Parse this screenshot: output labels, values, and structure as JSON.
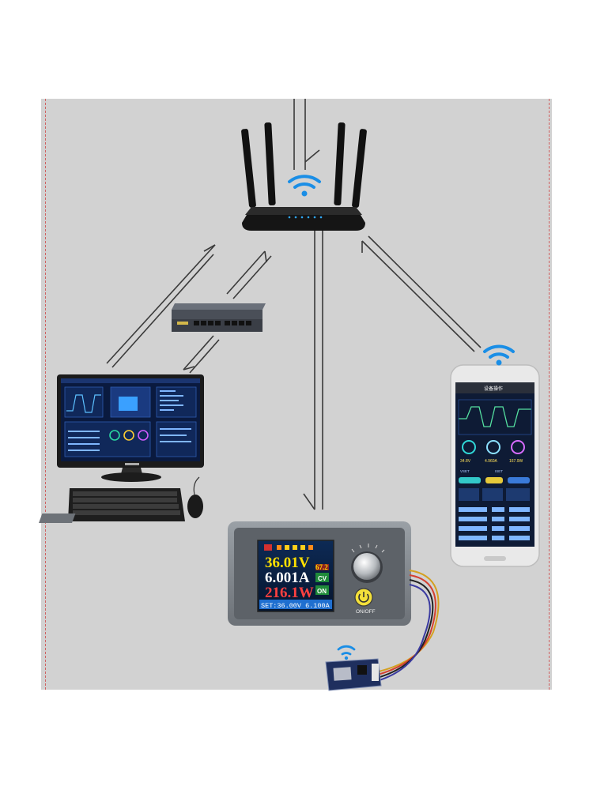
{
  "psu_display": {
    "voltage": "36.01V",
    "current": "6.001A",
    "power": "216.1W",
    "temperature": "67.2",
    "mode_label": "CV",
    "output_state": "ON",
    "set_line": "SET:36.00V 6.100A",
    "power_button_label": "ON/OFF"
  },
  "phone_app": {
    "title": "设备操作",
    "gauge_values": [
      "34.8V",
      "4.960A",
      "167.9W"
    ],
    "field_labels": [
      "VSET",
      "ISET"
    ]
  },
  "colors": {
    "background": "#d2d2d2",
    "wifi_icon": "#1a8ee6",
    "voltage_text": "#ffe000",
    "current_text": "#ffffff",
    "power_text": "#ff4040",
    "mode_badge": "#28a745",
    "set_line_bg": "#1f6fd0"
  }
}
